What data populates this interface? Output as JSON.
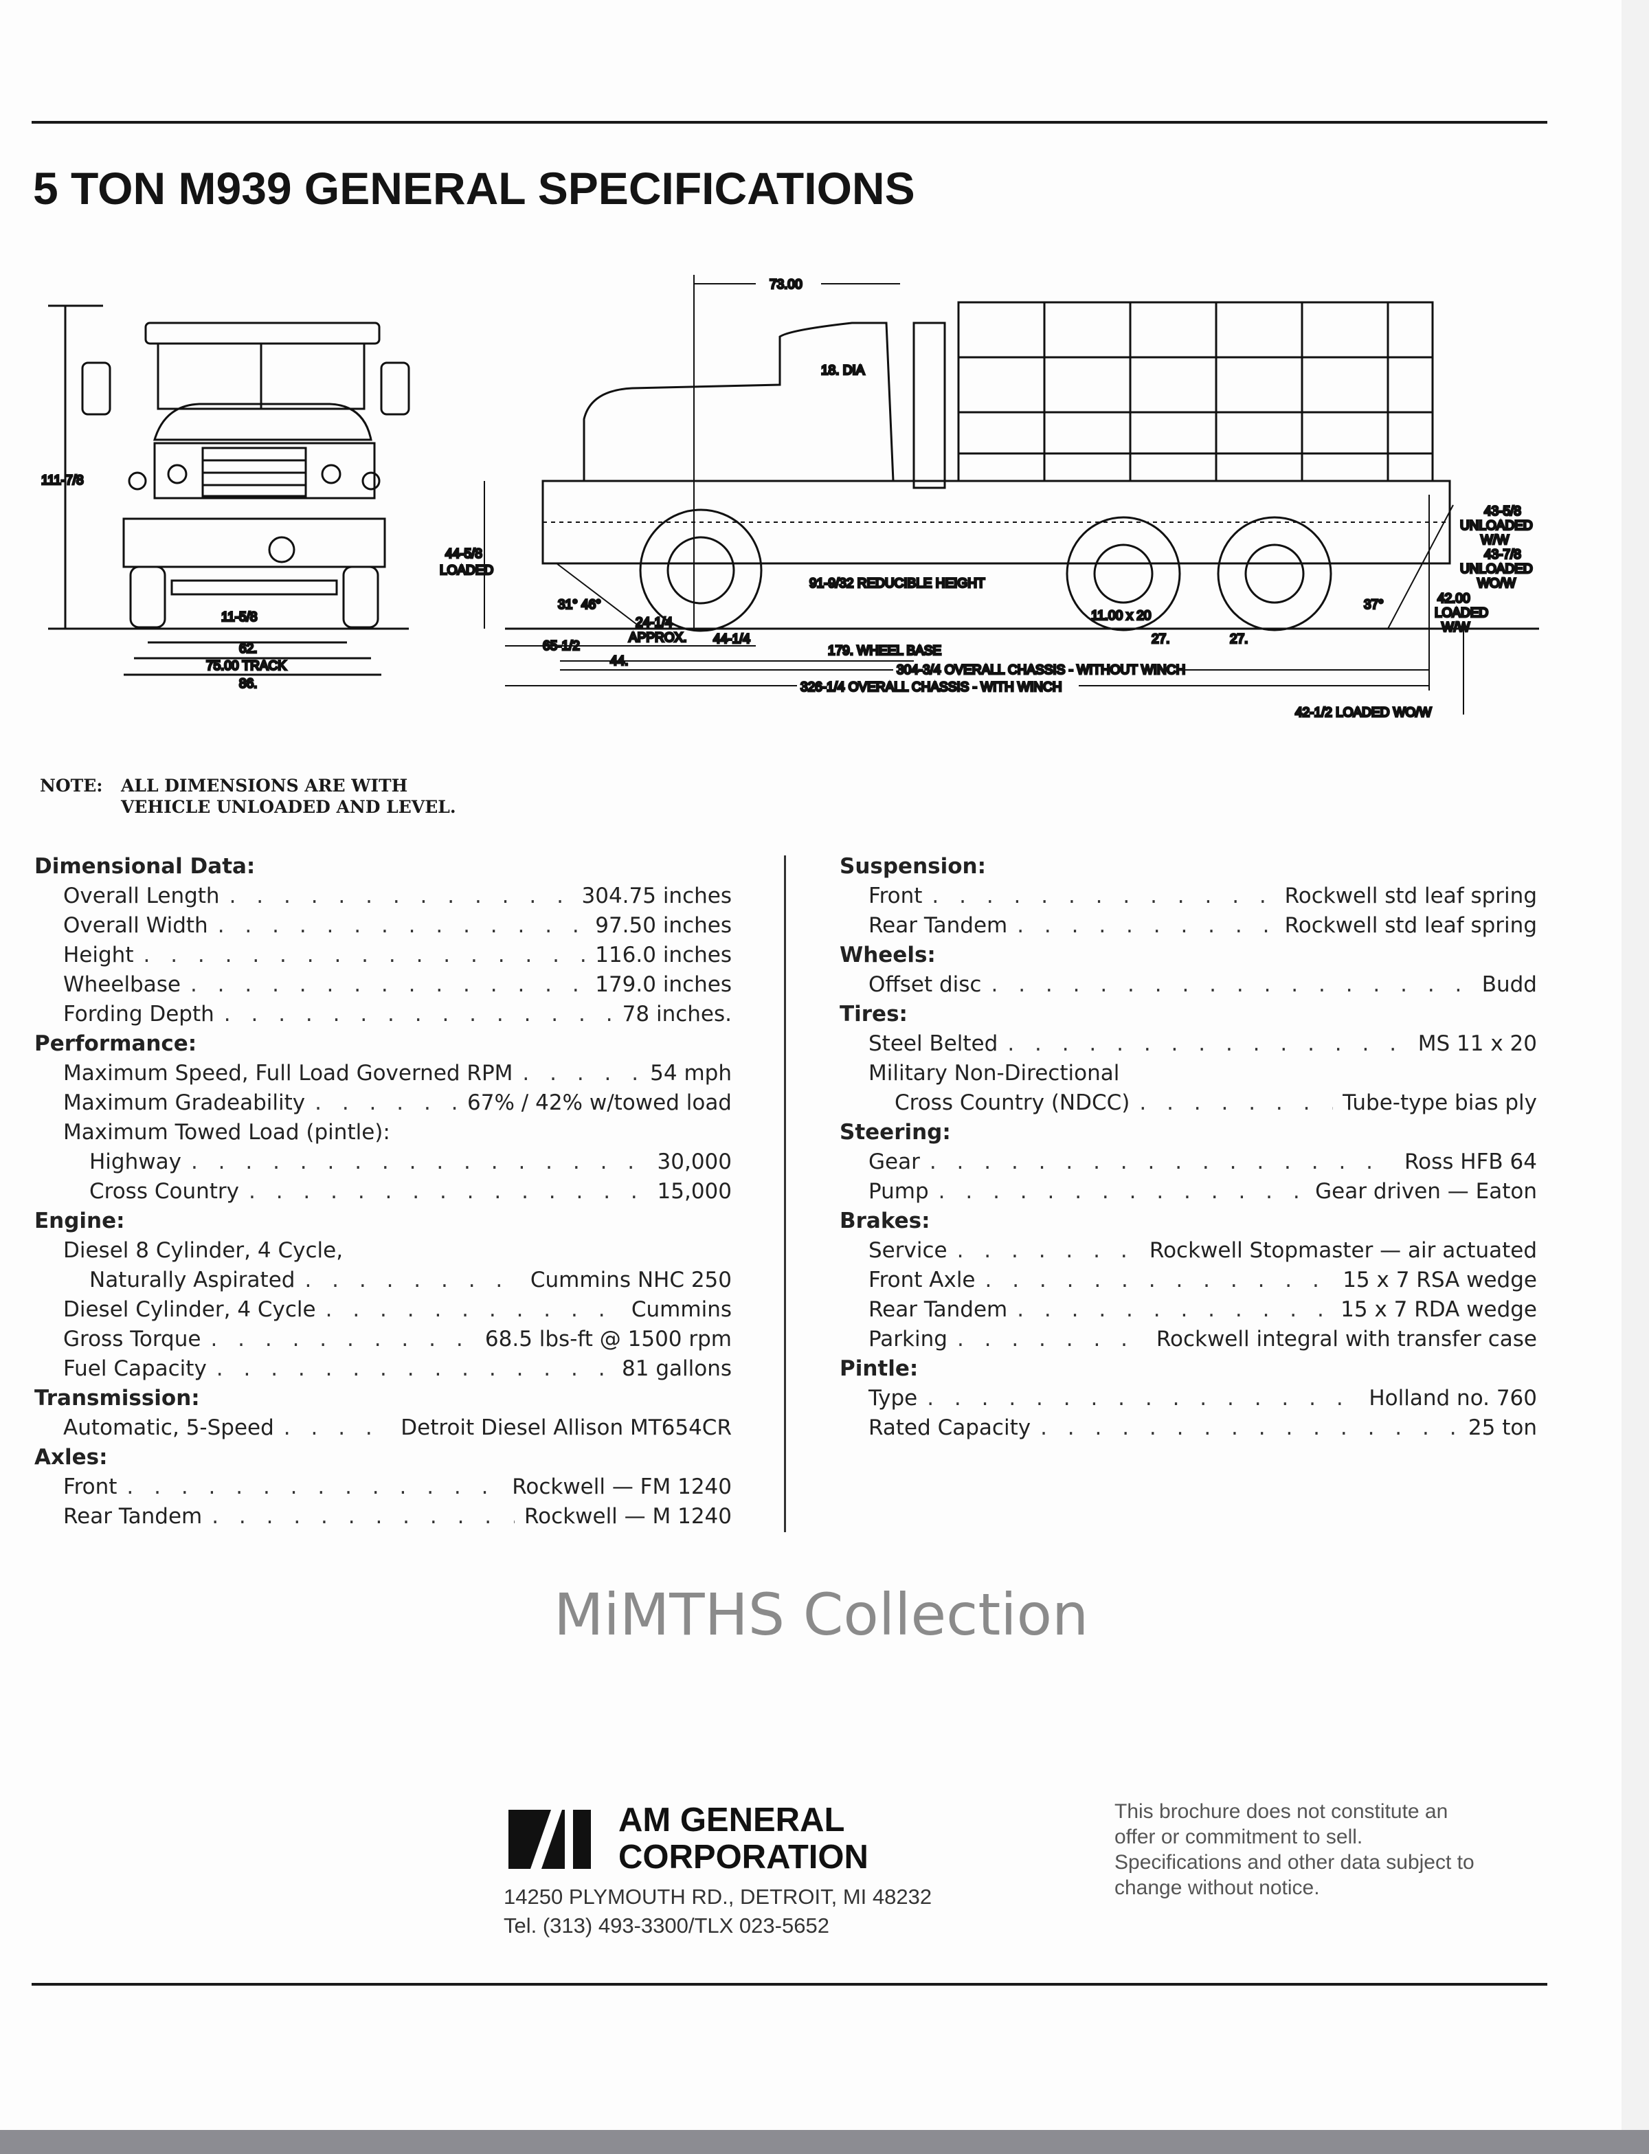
{
  "title": "5 TON M939 GENERAL SPECIFICATIONS",
  "diagram": {
    "front": {
      "height": "111-7/8",
      "ground_clearance": "11-5/8",
      "inner": "62.",
      "track": "75.00 TRACK",
      "width": "86."
    },
    "side": {
      "cab_to_axle": "73.00",
      "steering_dia": "18. DIA",
      "frame_height_1": "44-5/8",
      "frame_height_2": "LOADED",
      "angles": "31° 46°",
      "approx_1": "24-1/4",
      "approx_2": "APPROX.",
      "overhang": "65-1/2",
      "dim_44_1_4": "44-1/4",
      "dim_44": "44.",
      "reducible_height": "91-9/32 REDUCIBLE HEIGHT",
      "tire": "11.00 x 20",
      "tandem_1": "27.",
      "tandem_2": "27.",
      "wheelbase": "179. WHEEL BASE",
      "chassis_without_winch": "304-3/4 OVERALL CHASSIS - WITHOUT WINCH",
      "chassis_with_winch": "326-1/4 OVERALL CHASSIS - WITH WINCH",
      "departure_angle": "37°",
      "pintle_a": [
        "43-5/8",
        "UNLOADED",
        "W/W"
      ],
      "pintle_b": [
        "43-7/8",
        "UNLOADED",
        "WO/W"
      ],
      "pintle_c": [
        "42.00",
        "LOADED",
        "W/W"
      ],
      "pintle_d": "42-1/2 LOADED WO/W"
    }
  },
  "note": {
    "lead": "NOTE:",
    "line1": "ALL DIMENSIONS ARE WITH",
    "line2": "VEHICLE UNLOADED AND LEVEL."
  },
  "left": {
    "dimensional": {
      "heading": "Dimensional Data:",
      "rows": [
        {
          "label": "Overall Length",
          "value": "304.75 inches"
        },
        {
          "label": "Overall Width",
          "value": "97.50 inches"
        },
        {
          "label": "Height",
          "value": "116.0 inches"
        },
        {
          "label": "Wheelbase",
          "value": "179.0 inches"
        },
        {
          "label": "Fording Depth",
          "value": "78 inches."
        }
      ]
    },
    "performance": {
      "heading": "Performance:",
      "speed": {
        "label": "Maximum Speed, Full Load Governed RPM",
        "value": "54 mph"
      },
      "grade": {
        "label": "Maximum Gradeability",
        "value": "67% / 42% w/towed load"
      },
      "towed": "Maximum Towed Load (pintle):",
      "highway": {
        "label": "Highway",
        "value": "30,000"
      },
      "cross": {
        "label": "Cross Country",
        "value": "15,000"
      }
    },
    "engine": {
      "heading": "Engine:",
      "line1": "Diesel 8 Cylinder, 4 Cycle,",
      "aspirated": {
        "label": "Naturally Aspirated",
        "value": "Cummins NHC 250"
      },
      "cyl": {
        "label": "Diesel Cylinder, 4 Cycle",
        "value": "Cummins"
      },
      "torque": {
        "label": "Gross Torque",
        "value": "68.5 lbs-ft @ 1500 rpm"
      },
      "fuel": {
        "label": "Fuel Capacity",
        "value": "81 gallons"
      }
    },
    "transmission": {
      "heading": "Transmission:",
      "row": {
        "label": "Automatic, 5-Speed",
        "value": "Detroit Diesel Allison MT654CR"
      }
    },
    "axles": {
      "heading": "Axles:",
      "front": {
        "label": "Front",
        "value": "Rockwell — FM 1240"
      },
      "rear": {
        "label": "Rear Tandem",
        "value": "Rockwell — M 1240"
      }
    }
  },
  "right": {
    "suspension": {
      "heading": "Suspension:",
      "front": {
        "label": "Front",
        "value": "Rockwell std leaf spring"
      },
      "rear": {
        "label": "Rear Tandem",
        "value": "Rockwell std leaf spring"
      }
    },
    "wheels": {
      "heading": "Wheels:",
      "offset": {
        "label": "Offset disc",
        "value": "Budd"
      }
    },
    "tires": {
      "heading": "Tires:",
      "steel": {
        "label": "Steel Belted",
        "value": "MS 11 x 20"
      },
      "military": "Military Non-Directional",
      "ndcc": {
        "label": "Cross Country (NDCC)",
        "value": "Tube-type bias ply"
      }
    },
    "steering": {
      "heading": "Steering:",
      "gear": {
        "label": "Gear",
        "value": "Ross HFB 64"
      },
      "pump": {
        "label": "Pump",
        "value": "Gear driven — Eaton"
      }
    },
    "brakes": {
      "heading": "Brakes:",
      "service": {
        "label": "Service",
        "value": "Rockwell Stopmaster — air actuated"
      },
      "front": {
        "label": "Front Axle",
        "value": "15 x 7 RSA wedge"
      },
      "rear": {
        "label": "Rear Tandem",
        "value": "15 x 7 RDA wedge"
      },
      "parking": {
        "label": "Parking",
        "value": "Rockwell integral with transfer case"
      }
    },
    "pintle": {
      "heading": "Pintle:",
      "type": {
        "label": "Type",
        "value": "Holland no. 760"
      },
      "capacity": {
        "label": "Rated Capacity",
        "value": "25 ton"
      }
    }
  },
  "watermark": "MiMTHS Collection",
  "footer": {
    "company_1": "AM GENERAL",
    "company_2": "CORPORATION",
    "address": "14250 PLYMOUTH RD., DETROIT, MI 48232",
    "phone": "Tel. (313) 493-3300/TLX 023-5652",
    "disclaimer": [
      "This brochure does not constitute an",
      "offer or commitment to sell.",
      "Specifications and other data subject to",
      "change without notice."
    ]
  }
}
